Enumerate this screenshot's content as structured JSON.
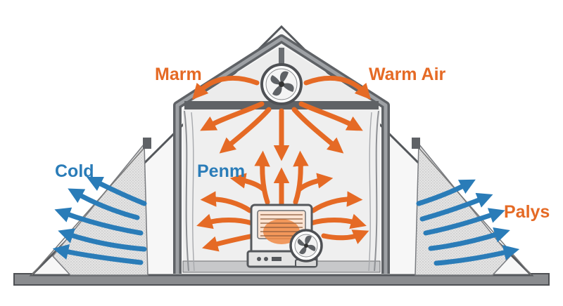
{
  "labels": {
    "top_left": "Marm",
    "top_right": "Warm Air",
    "left": "Cold",
    "center": "Penm",
    "right": "Palys"
  },
  "colors": {
    "warm": "#e56a25",
    "cold": "#2a7cb8",
    "frame": "#5f6266",
    "fabric": "#f2f2f2",
    "mesh": "#d7d7d7",
    "ground": "#8a8c8f"
  },
  "icons": [
    "ceiling-fan-icon",
    "space-heater-icon",
    "desk-fan-icon"
  ]
}
